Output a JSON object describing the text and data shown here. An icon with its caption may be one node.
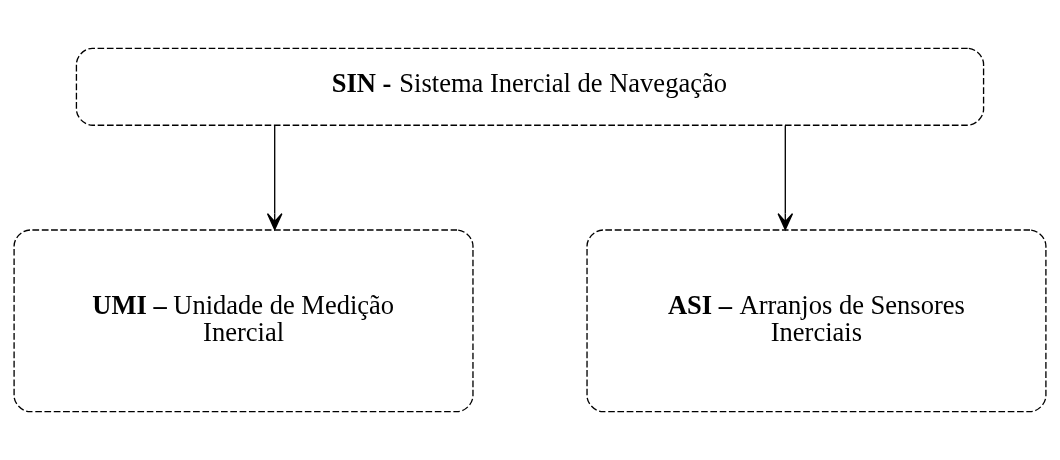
{
  "diagram": {
    "nodes": [
      {
        "text": [
          "**SIN -** Sistema Inercial de Navegação"
        ]
      },
      {
        "text": [
          "**UMI –** Unidade de Medição Inercial"
        ]
      },
      {
        "text": [
          "**ASI –** Arranjos de Sensores Inerciais"
        ]
      }
    ],
    "edges": [
      {
        "from": 0,
        "to": 1,
        "arrow": "to"
      },
      {
        "from": 0,
        "to": 2,
        "arrow": "to"
      }
    ]
  }
}
